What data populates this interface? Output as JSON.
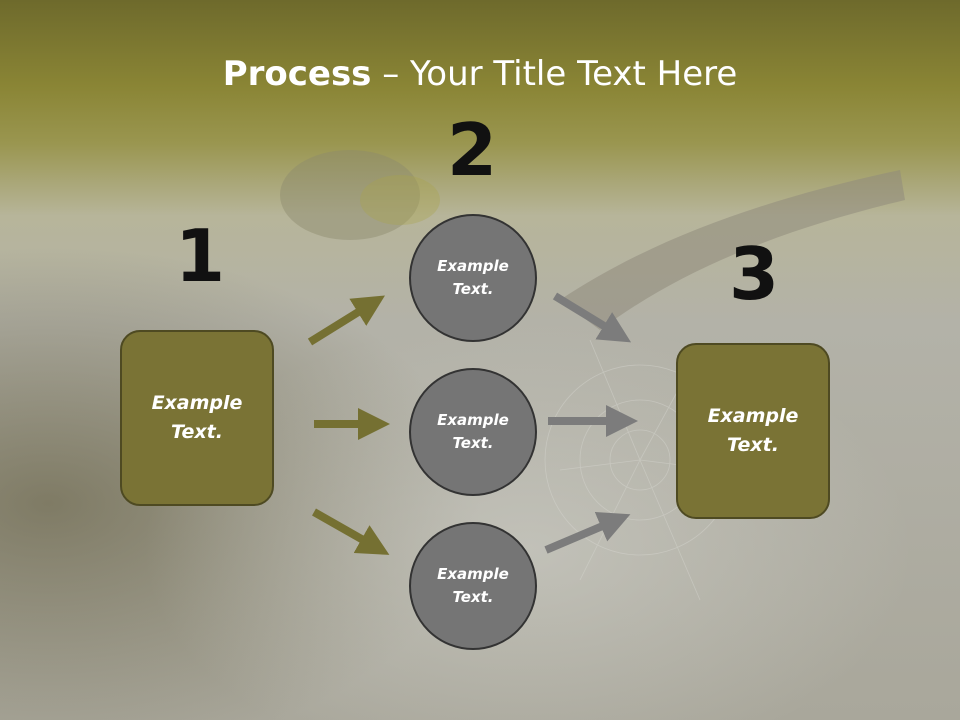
{
  "slide": {
    "title_bold": "Process",
    "title_rest": " – Your Title Text Here"
  },
  "steps": {
    "num1": "1",
    "num2": "2",
    "num3": "3"
  },
  "nodes": {
    "left_box": "Example Text.",
    "circle_top": "Example Text.",
    "circle_middle": "Example Text.",
    "circle_bottom": "Example Text.",
    "right_box": "Example Text."
  },
  "colors": {
    "header_band": "#8a8535",
    "box_fill": "#7a7335",
    "circle_fill": "#757575",
    "arrow_olive": "#757032",
    "arrow_gray": "#7c7c7c"
  }
}
